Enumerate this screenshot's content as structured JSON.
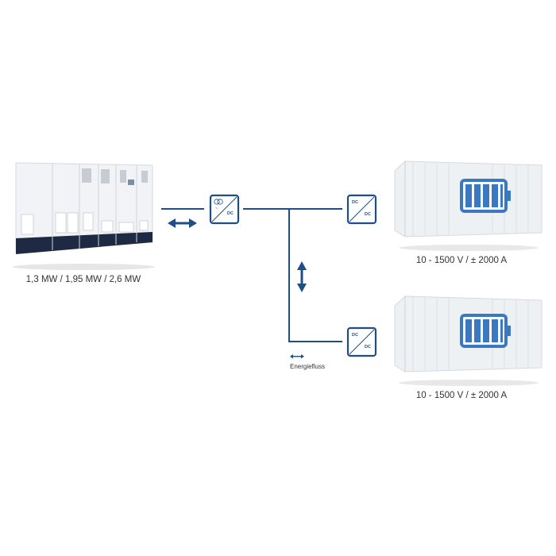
{
  "inverter": {
    "label": "1,3 MW / 1,95 MW / 2,6 MW"
  },
  "converter_ac_dc": {
    "top": "~",
    "bottom": "DC"
  },
  "converter_dc_dc": {
    "top": "DC",
    "bottom": "DC"
  },
  "storage": [
    {
      "label": "10 - 1500 V / ± 2000 A"
    },
    {
      "label": "10 - 1500 V / ± 2000 A"
    }
  ],
  "legend": {
    "label": "Energiefluss"
  },
  "colors": {
    "line": "#1f4e85",
    "battery": "#3a78c2"
  }
}
